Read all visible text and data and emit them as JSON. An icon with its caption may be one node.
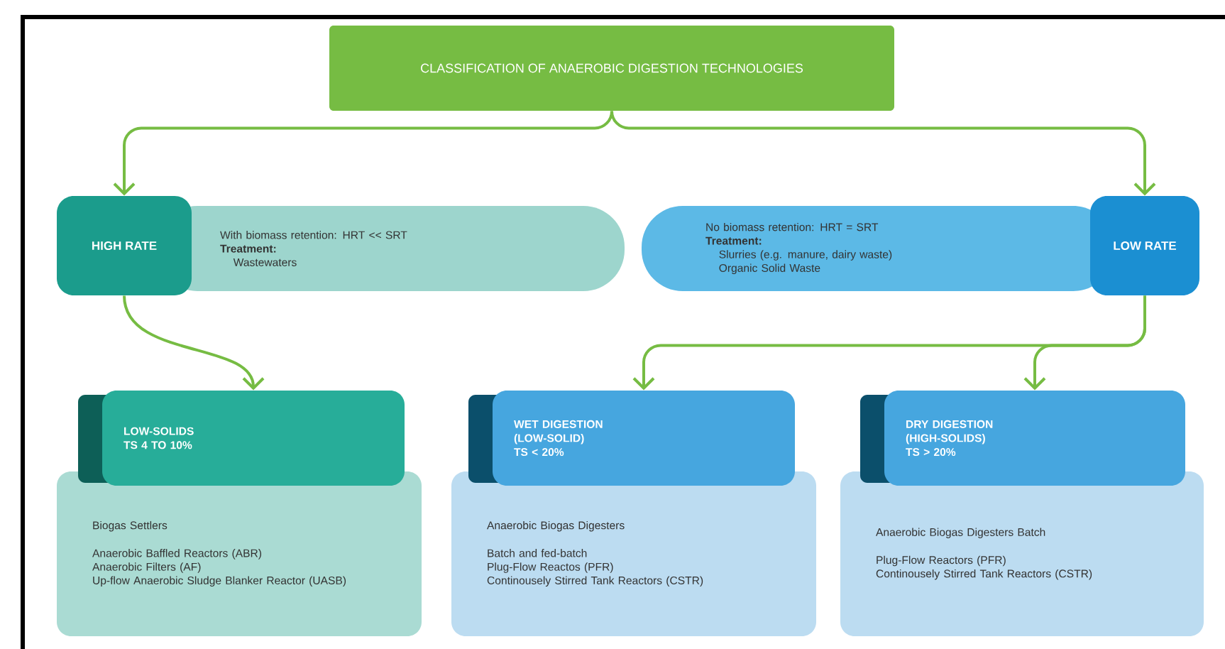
{
  "diagram": {
    "nodes": [
      {
        "text": [
          "CLASSIFICATION OF ANAEROBIC DIGESTION TECHNOLOGIES"
        ]
      },
      {
        "text": [
          "HIGH RATE"
        ]
      },
      {
        "text": [
          "With biomass retention: HRT << SRT",
          "Treatment:",
          "Wastewaters"
        ]
      },
      {
        "text": [
          "No biomass retention: HRT = SRT",
          "Treatment:",
          "Slurries (e.g. manure, dairy waste)",
          "Organic Solid Waste"
        ]
      },
      {
        "text": [
          "LOW RATE"
        ]
      },
      {
        "text": [
          "LOW-SOLIDS",
          "TS 4 TO 10%"
        ]
      },
      {
        "text": [
          "Biogas Settlers",
          "Anaerobic Baffled Reactors (ABR)",
          "Anaerobic Filters (AF)",
          "Up-flow Anaerobic Sludge Blanker Reactor (UASB)"
        ]
      },
      {
        "text": [
          "WET DIGESTION",
          "(LOW-SOLID)",
          "TS < 20%"
        ]
      },
      {
        "text": [
          "Anaerobic Biogas Digesters",
          "Batch and fed-batch",
          "Plug-Flow Reactos (PFR)",
          "Continousely Stirred Tank Reactors (CSTR)"
        ]
      },
      {
        "text": [
          "DRY DIGESTION",
          "(HIGH-SOLIDS)",
          "TS > 20%"
        ]
      },
      {
        "text": [
          "Anaerobic Biogas Digesters Batch",
          "Plug-Flow Reactors (PFR)",
          "Continousely Stirred Tank Reactors (CSTR)"
        ]
      }
    ],
    "edges": [
      {
        "from": 0,
        "to": 1,
        "arrow": "to"
      },
      {
        "from": 0,
        "to": 4,
        "arrow": "to"
      },
      {
        "from": 1,
        "to": 5,
        "arrow": "to"
      },
      {
        "from": 4,
        "to": 7,
        "arrow": "to"
      },
      {
        "from": 4,
        "to": 9,
        "arrow": "to"
      }
    ]
  }
}
